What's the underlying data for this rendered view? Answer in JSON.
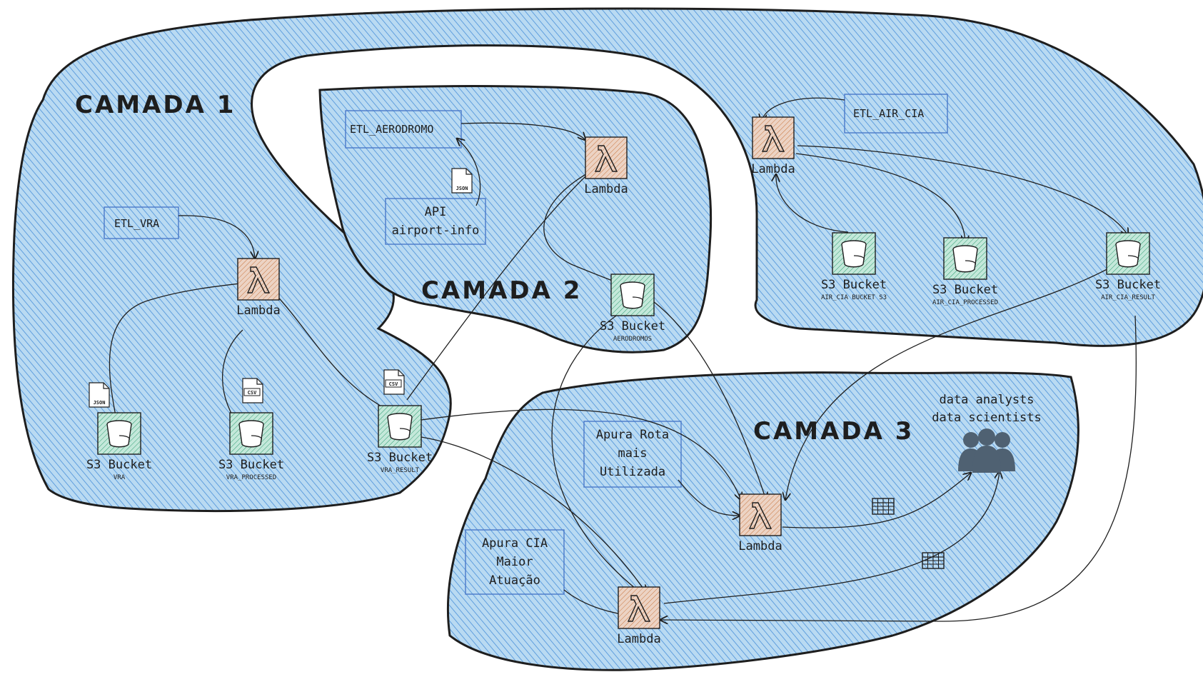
{
  "layers": [
    {
      "id": "camada1",
      "title": "CAMADA 1"
    },
    {
      "id": "camada2",
      "title": "CAMADA 2"
    },
    {
      "id": "camada3",
      "title": "CAMADA 3"
    }
  ],
  "etl_labels": {
    "vra": "ETL_VRA",
    "aerodromo": "ETL_AERODROMO",
    "air_cia": "ETL_AIR_CIA"
  },
  "api": {
    "line1": "API",
    "line2": "airport-info"
  },
  "lambda_label": "Lambda",
  "bucket_label": "S3 Bucket",
  "buckets": {
    "vra": "VRA",
    "vra_processed": "VRA_PROCESSED",
    "vra_result": "VRA_RESULT",
    "aerodromos": "AERODROMOS",
    "air_cia_bucket": "AIR_CIA BUCKET S3",
    "air_cia_processed": "AIR_CIA_PROCESSED",
    "air_cia_result": "AIR_CIA_RESULT"
  },
  "file_badges": {
    "json": "JSON",
    "csv": "CSV"
  },
  "tasks": {
    "rota": [
      "Apura Rota",
      "mais",
      "Utilizada"
    ],
    "cia": [
      "Apura CIA",
      "Maior",
      "Atuação"
    ]
  },
  "consumers": {
    "line1": "data analysts",
    "line2": "data scientists"
  },
  "icons": [
    "lambda-icon",
    "s3-bucket-icon",
    "json-file-icon",
    "csv-file-icon",
    "table-icon",
    "users-icon"
  ],
  "colors": {
    "region_fill": "#a5d0f0",
    "hatch": "#4a90d9",
    "lambda_fill": "#e7c6b4",
    "lambda_hatch": "#c9773f",
    "bucket_fill": "#b2e0cf",
    "bucket_hatch": "#2f9e72",
    "etl_box": "#4a78c9",
    "people": "#4f6172"
  }
}
